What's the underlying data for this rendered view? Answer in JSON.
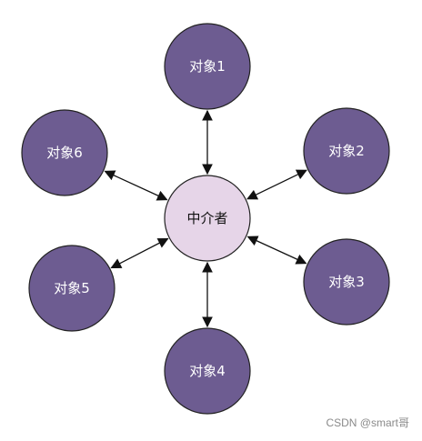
{
  "diagram": {
    "center": {
      "label": "中介者",
      "fill": "#e6d5e8",
      "stroke": "#222222",
      "text_color": "#111111"
    },
    "objects": [
      {
        "label": "对象1"
      },
      {
        "label": "对象2"
      },
      {
        "label": "对象3"
      },
      {
        "label": "对象4"
      },
      {
        "label": "对象5"
      },
      {
        "label": "对象6"
      }
    ],
    "object_fill": "#6d5c91",
    "object_stroke": "#222222",
    "object_text_color": "#ffffff",
    "edge_color": "#111111",
    "edges_bidirectional": true
  },
  "watermark": "CSDN @smart哥"
}
